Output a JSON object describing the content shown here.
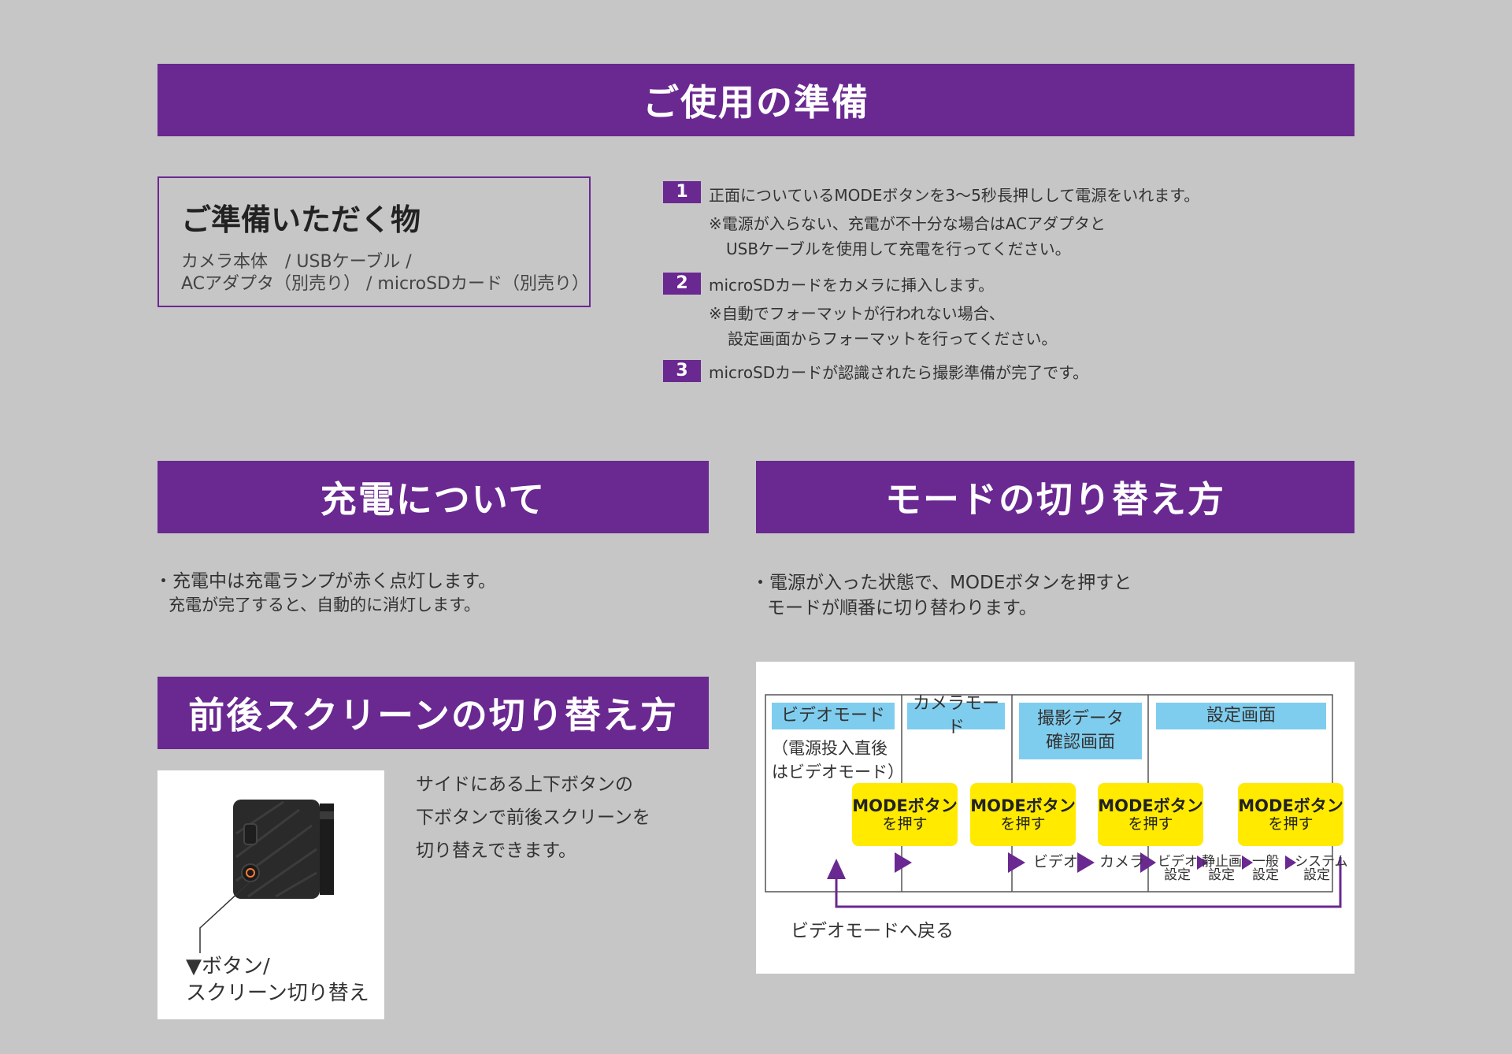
{
  "banners": {
    "prep": "ご使用の準備",
    "charge": "充電について",
    "mode_switch": "モードの切り替え方",
    "screen_switch": "前後スクリーンの切り替え方"
  },
  "prep_box": {
    "title": "ご準備いただく物",
    "line1": "カメラ本体　/ USBケーブル /",
    "line2": "ACアダプタ（別売り） / microSDカード（別売り）"
  },
  "steps": [
    {
      "num": "1",
      "text": "正面についているMODEボタンを3〜5秒長押しして電源をいれます。",
      "note1": "※電源が入らない、充電が不十分な場合はACアダプタと",
      "note2": "USBケーブルを使用して充電を行ってください。"
    },
    {
      "num": "2",
      "text": "microSDカードをカメラに挿入します。",
      "note1": "※自動でフォーマットが行われない場合、",
      "note2": "設定画面からフォーマットを行ってください。"
    },
    {
      "num": "3",
      "text": "microSDカードが認識されたら撮影準備が完了です。"
    }
  ],
  "charge": {
    "line1": "・充電中は充電ランプが赤く点灯します。",
    "line2": "充電が完了すると、自動的に消灯します。"
  },
  "mode": {
    "line1": "・電源が入った状態で、MODEボタンを押すと",
    "line2": "モードが順番に切り替わります。"
  },
  "screen": {
    "line1": "サイドにある上下ボタンの",
    "line2": "下ボタンで前後スクリーンを",
    "line3": "切り替えできます。",
    "callout1": "▼ボタン/",
    "callout2": "スクリーン切り替え"
  },
  "diagram": {
    "modes": [
      "ビデオモード",
      "カメラモード",
      "撮影データ",
      "確認画面",
      "設定画面"
    ],
    "video_note1": "（電源投入直後",
    "video_note2": "はビデオモード）",
    "press_line1": "MODEボタン",
    "press_line2": "を押す",
    "settings": [
      {
        "a": "ビデオ",
        "b": ""
      },
      {
        "a": "カメラ",
        "b": ""
      },
      {
        "a": "ビデオ",
        "b": "設定"
      },
      {
        "a": "静止画",
        "b": "設定"
      },
      {
        "a": "一般",
        "b": "設定"
      },
      {
        "a": "システム",
        "b": "設定"
      }
    ],
    "return_label": "ビデオモードへ戻る"
  },
  "colors": {
    "accent": "#6a2891",
    "mode_label": "#7fcdee",
    "button": "#ffea00",
    "background": "#c6c6c6"
  }
}
